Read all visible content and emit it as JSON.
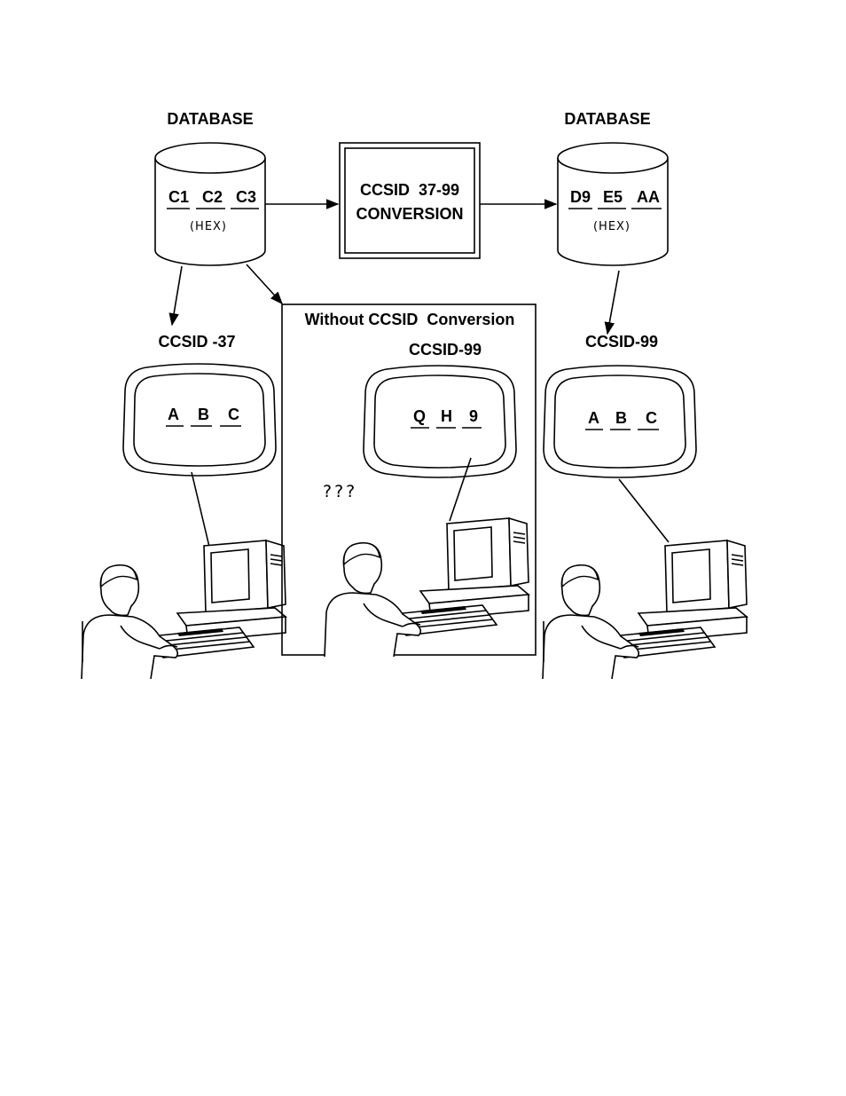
{
  "left_database": {
    "title": "DATABASE",
    "codes": [
      "C1",
      "C2",
      "C3"
    ],
    "unit": "(HEX)"
  },
  "conversion": {
    "line1": "CCSID  37-99",
    "line2": "CONVERSION"
  },
  "right_database": {
    "title": "DATABASE",
    "codes": [
      "D9",
      "E5",
      "AA"
    ],
    "unit": "(HEX)"
  },
  "left_terminal": {
    "ccsid": "CCSID -37",
    "chars": [
      "A",
      "B",
      "C"
    ]
  },
  "middle_panel": {
    "title": "Without CCSID  Conversion",
    "ccsid": "CCSID-99",
    "chars": [
      "Q",
      "H",
      "9"
    ],
    "confused": "???"
  },
  "right_terminal": {
    "ccsid": "CCSID-99",
    "chars": [
      "A",
      "B",
      "C"
    ]
  }
}
